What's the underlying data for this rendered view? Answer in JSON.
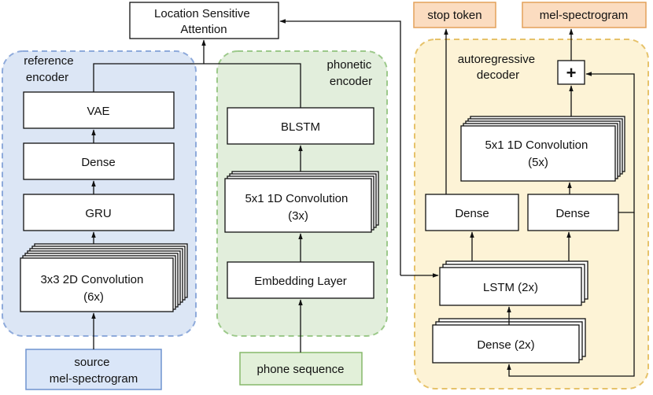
{
  "groups": {
    "reference": [
      "reference",
      "encoder"
    ],
    "phonetic": [
      "phonetic",
      "encoder"
    ],
    "decoder": [
      "autoregressive",
      "decoder"
    ]
  },
  "blocks": {
    "attention": [
      "Location Sensitive",
      "Attention"
    ],
    "vae": "VAE",
    "dense_ref": "Dense",
    "gru": "GRU",
    "conv2d": [
      "3x3 2D Convolution",
      "(6x)"
    ],
    "blstm": "BLSTM",
    "conv1d_enc": [
      "5x1 1D Convolution",
      "(3x)"
    ],
    "embedding": "Embedding Layer",
    "conv1d_dec": [
      "5x1 1D Convolution",
      "(5x)"
    ],
    "dense_stop": "Dense",
    "dense_mel": "Dense",
    "lstm": "LSTM (2x)",
    "dense_pre": "Dense (2x)",
    "plus": "+"
  },
  "io": {
    "source": [
      "source",
      "mel-spectrogram"
    ],
    "phones": "phone sequence",
    "stop": "stop token",
    "mel": "mel-spectrogram"
  },
  "colors": {
    "reference_fill": "#dce6f5",
    "reference_border": "#8eaadb",
    "phonetic_fill": "#e2eedc",
    "phonetic_border": "#9cc98a",
    "decoder_fill": "#fdf3d6",
    "decoder_border": "#e6c26a",
    "source_fill": "#dae6f8",
    "source_border": "#6f93cf",
    "phones_fill": "#e2f0d9",
    "phones_border": "#86b86a",
    "output_fill": "#fbdcc0",
    "output_border": "#e3a15a"
  }
}
